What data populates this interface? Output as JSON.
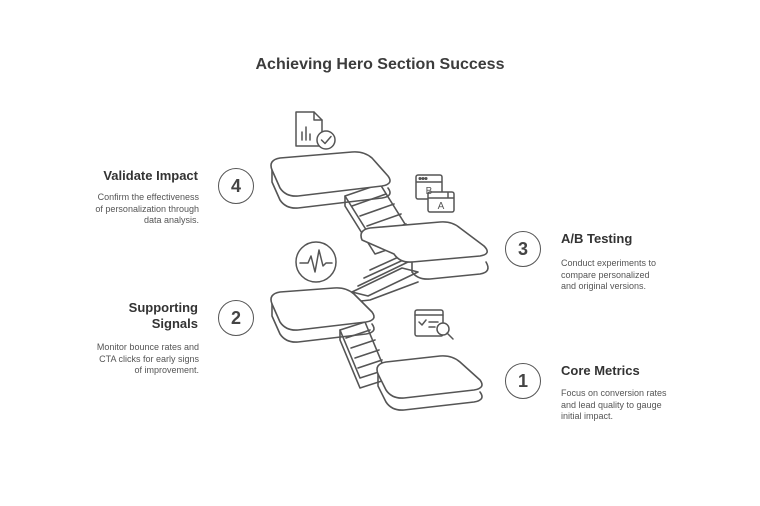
{
  "title": "Achieving Hero Section Success",
  "steps": [
    {
      "number": "1",
      "title": "Core Metrics",
      "description": [
        "Focus on conversion rates",
        "and lead quality to gauge",
        "initial impact."
      ],
      "icon": "magnifier-checklist-icon"
    },
    {
      "number": "2",
      "title": [
        "Supporting",
        "Signals"
      ],
      "description": [
        "Monitor bounce rates and",
        "CTA clicks for early signs",
        "of improvement."
      ],
      "icon": "pulse-icon"
    },
    {
      "number": "3",
      "title": "A/B Testing",
      "description": [
        "Conduct experiments to",
        "compare personalized",
        "and original versions."
      ],
      "icon": "ab-windows-icon"
    },
    {
      "number": "4",
      "title": "Validate Impact",
      "description": [
        "Confirm the effectiveness",
        "of personalization through",
        "data analysis."
      ],
      "icon": "report-check-icon"
    }
  ],
  "ab_icon_letters": {
    "b": "B",
    "a": "A"
  },
  "colors": {
    "stroke": "#555555",
    "text": "#333333",
    "muted": "#555555"
  }
}
